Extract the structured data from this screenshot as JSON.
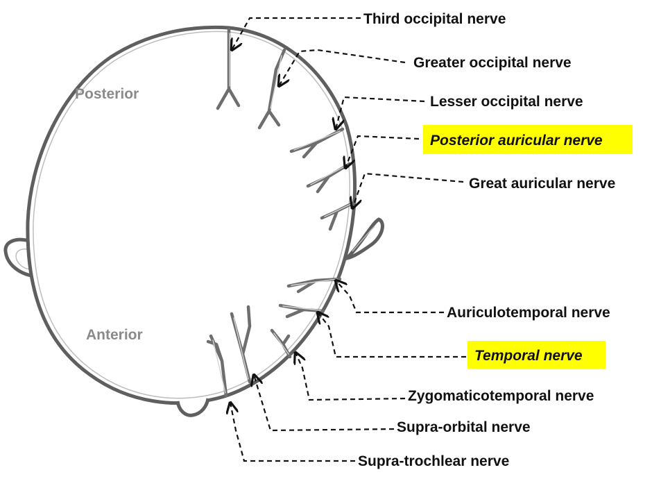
{
  "regions": {
    "posterior": "Posterior",
    "anterior": "Anterior"
  },
  "labels": {
    "third_occipital": "Third occipital nerve",
    "greater_occipital": "Greater occipital nerve",
    "lesser_occipital": "Lesser occipital nerve",
    "posterior_auricular": "Posterior auricular nerve",
    "great_auricular": "Great auricular nerve",
    "auriculotemporal": "Auriculotemporal nerve",
    "temporal": "Temporal nerve",
    "zygomaticotemporal": "Zygomaticotemporal nerve",
    "supra_orbital": "Supra-orbital nerve",
    "supra_trochlear": "Supra-trochlear nerve"
  },
  "colors": {
    "highlight": "#ffff00",
    "outline": "#5f5f5f",
    "leader": "#111111",
    "region_text": "#8a8a8a"
  }
}
